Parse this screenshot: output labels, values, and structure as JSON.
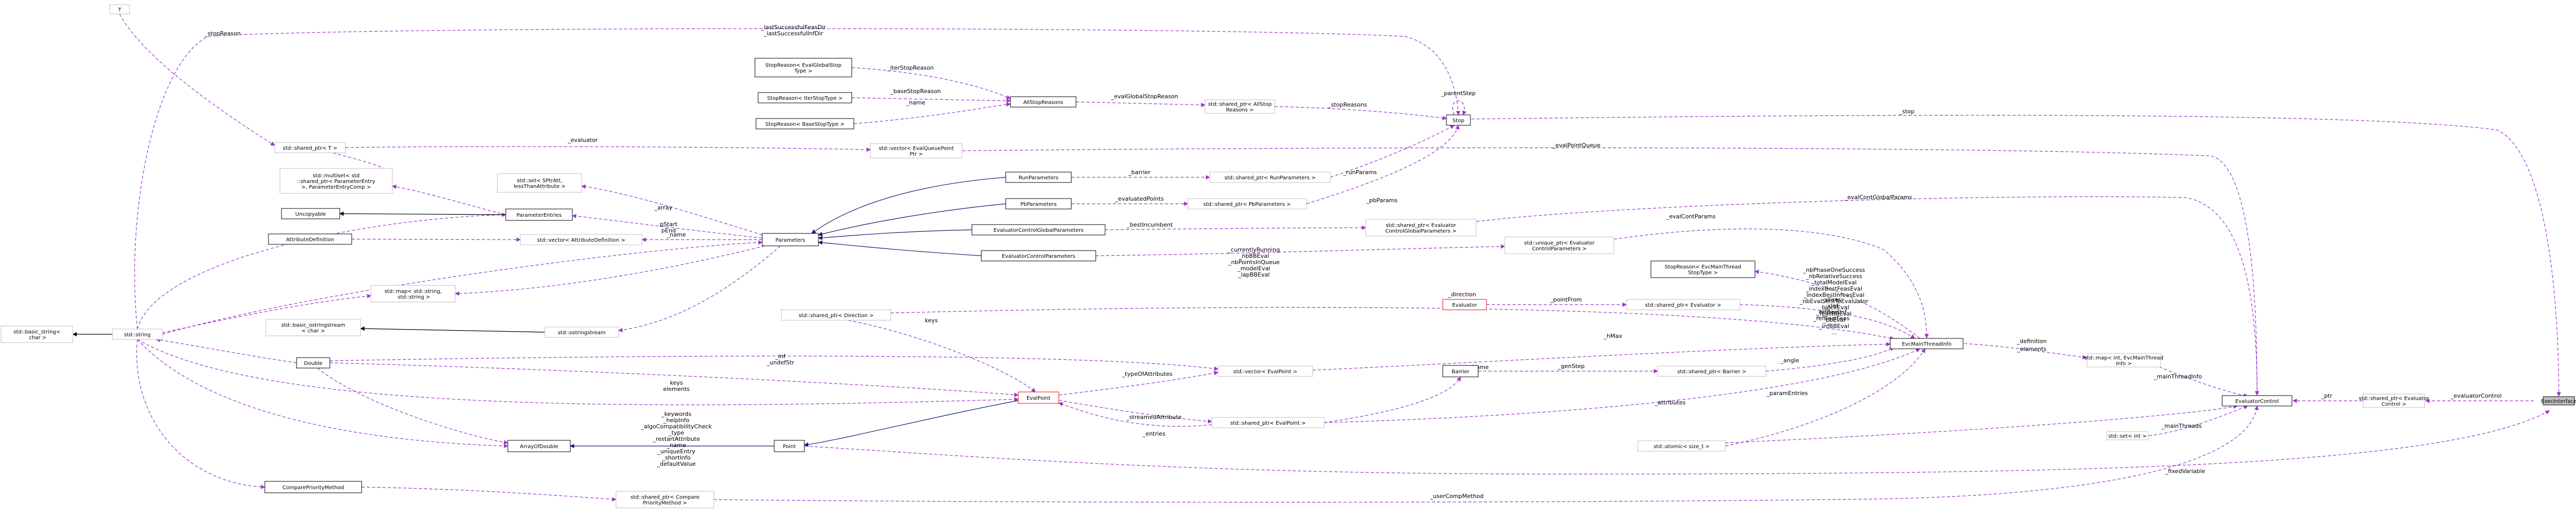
{
  "diagram": {
    "nodes": [
      {
        "id": "ExecInterface",
        "label": "ExecInterface",
        "style": "highlight"
      },
      {
        "id": "EvaluatorControl",
        "label": "EvaluatorControl",
        "style": "normal"
      },
      {
        "id": "spEvaluatorControl",
        "label": "std::shared_ptr< Evaluator\\nControl >",
        "style": "template"
      },
      {
        "id": "mapThreadInfo",
        "label": "std::map< int, EvcMainThread\\nInfo >",
        "style": "template"
      },
      {
        "id": "setInt",
        "label": "std::set< int >",
        "style": "template"
      },
      {
        "id": "EvcMainThreadInfo",
        "label": "EvcMainThreadInfo",
        "style": "normal"
      },
      {
        "id": "Stop",
        "label": "Stop",
        "style": "normal"
      },
      {
        "id": "AllStopReasons",
        "label": "AllStopReasons",
        "style": "normal"
      },
      {
        "id": "spAllStopReasons",
        "label": "std::shared_ptr< AllStop\\nReasons >",
        "style": "template"
      },
      {
        "id": "SRGlobal",
        "label": "StopReason< EvalGlobalStop\\nType >",
        "style": "normal"
      },
      {
        "id": "SRIter",
        "label": "StopReason< IterStopType >",
        "style": "normal"
      },
      {
        "id": "SRBase",
        "label": "StopReason< BaseStopType >",
        "style": "normal"
      },
      {
        "id": "T",
        "label": "T",
        "style": "template"
      },
      {
        "id": "spT",
        "label": "std::shared_ptr< T >",
        "style": "template"
      },
      {
        "id": "vecEvalQueue",
        "label": "std::vector< EvalQueuePoint\\nPtr >",
        "style": "template"
      },
      {
        "id": "RunParameters",
        "label": "RunParameters",
        "style": "normal"
      },
      {
        "id": "spRunParameters",
        "label": "std::shared_ptr< RunParameters >",
        "style": "template"
      },
      {
        "id": "PbParameters",
        "label": "PbParameters",
        "style": "normal"
      },
      {
        "id": "spPbParameters",
        "label": "std::shared_ptr< PbParameters >",
        "style": "template"
      },
      {
        "id": "EvalCtrlGlobalParams",
        "label": "EvaluatorControlGlobalParameters",
        "style": "normal"
      },
      {
        "id": "spEvalCtrlGlobalParams",
        "label": "std::shared_ptr< Evaluator\\nControlGlobalParameters >",
        "style": "template"
      },
      {
        "id": "EvalCtrlParams",
        "label": "EvaluatorControlParameters",
        "style": "normal"
      },
      {
        "id": "upEvalCtrlParams",
        "label": "std::unique_ptr< Evaluator\\nControlParameters >",
        "style": "template"
      },
      {
        "id": "StopReasonEvcMain",
        "label": "StopReason< EvcMainThread\\nStopType >",
        "style": "normal"
      },
      {
        "id": "Evaluator",
        "label": "Evaluator",
        "style": "missing"
      },
      {
        "id": "spEvaluator",
        "label": "std::shared_ptr< Evaluator >",
        "style": "template"
      },
      {
        "id": "Parameters",
        "label": "Parameters",
        "style": "normal"
      },
      {
        "id": "ParameterEntries",
        "label": "ParameterEntries",
        "style": "normal"
      },
      {
        "id": "multisetEntries",
        "label": "std::multiset< std\\n::shared_ptr< ParameterEntry\\n>, ParameterEntryComp >",
        "style": "template"
      },
      {
        "id": "setAttr",
        "label": "std::set< SPtrAtt,\\nlessThanAttribute >",
        "style": "template"
      },
      {
        "id": "Uncopyable",
        "label": "Uncopyable",
        "style": "normal"
      },
      {
        "id": "AttributeDefinition",
        "label": "AttributeDefinition",
        "style": "normal"
      },
      {
        "id": "vecAttrDef",
        "label": "std::vector< AttributeDefinition >",
        "style": "template"
      },
      {
        "id": "mapStrStr",
        "label": "std::map< std::string,\\n std::string >",
        "style": "template"
      },
      {
        "id": "basicOstringstream",
        "label": "std::basic_ostringstream\\n< char >",
        "style": "template"
      },
      {
        "id": "ostringstream",
        "label": "std::ostringstream",
        "style": "template"
      },
      {
        "id": "basicString",
        "label": "std::basic_string<\\n char >",
        "style": "template"
      },
      {
        "id": "string",
        "label": "std::string",
        "style": "template"
      },
      {
        "id": "spDirection",
        "label": "std::shared_ptr< Direction >",
        "style": "template"
      },
      {
        "id": "Double",
        "label": "Double",
        "style": "normal"
      },
      {
        "id": "vecEvalPoint",
        "label": "std::vector< EvalPoint >",
        "style": "template"
      },
      {
        "id": "Barrier",
        "label": "Barrier",
        "style": "normal"
      },
      {
        "id": "spBarrier",
        "label": "std::shared_ptr< Barrier >",
        "style": "template"
      },
      {
        "id": "EvalPoint",
        "label": "EvalPoint",
        "style": "missing"
      },
      {
        "id": "spEvalPoint",
        "label": "std::shared_ptr< EvalPoint >",
        "style": "template"
      },
      {
        "id": "ArrayOfDouble",
        "label": "ArrayOfDouble",
        "style": "normal"
      },
      {
        "id": "Point",
        "label": "Point",
        "style": "normal"
      },
      {
        "id": "atomicSizeT",
        "label": "std::atomic< size_t >",
        "style": "template"
      },
      {
        "id": "CompareMethod",
        "label": "ComparePriorityMethod",
        "style": "normal"
      },
      {
        "id": "spCompareMethod",
        "label": "std::shared_ptr< Compare\\nPriorityMethod >",
        "style": "template"
      }
    ],
    "edges": [
      {
        "label": "_evaluatorControl"
      },
      {
        "label": "_ptr"
      },
      {
        "label": "_mainThreadInfo"
      },
      {
        "label": "_mainThreads"
      },
      {
        "label": "_elements"
      },
      {
        "label": "_stop"
      },
      {
        "label": "_evalPointQueue"
      },
      {
        "label": "_evalContGlobalParams"
      },
      {
        "label": "_evalContParams"
      },
      {
        "label": "_fixedVariable"
      },
      {
        "label": "_userCompMethod"
      },
      {
        "label": "_stopReasons"
      },
      {
        "label": "_parentStep"
      },
      {
        "label": "_runParams"
      },
      {
        "label": "_pbParams"
      },
      {
        "label": "_evalGlobalStopReason"
      },
      {
        "label": "_iterStopReason"
      },
      {
        "label": "_baseStopReason"
      },
      {
        "label": "_name"
      },
      {
        "label": "_stopReason"
      },
      {
        "label": "_evaluator"
      },
      {
        "label": "_lastSuccessfulFeasDir\\n_lastSuccessfulInfDir"
      },
      {
        "label": "_barrier"
      },
      {
        "label": "_evaluatedPoints"
      },
      {
        "label": "_bestIncumbent"
      },
      {
        "label": "_currentlyRunning\\n_nbBBEval\\n_nbPointsInQueue\\n_modelEval\\n_lapBBEval"
      },
      {
        "label": "_nbPhaseOneSuccess\\n_nbRelativeSuccess\\n_totalModelEval\\n_indexBestFeasEval\\n_indexBestInfeasEval\\n_nbEvalSentToEvaluator\\n_blockEval\\n_feasBBEval\\n_bbEval\\n_infBBEval\\n..."
      },
      {
        "label": "_xFeas\\n_xInf\\n_refBestInf\\n_refBestFeas"
      },
      {
        "label": "_pointFrom"
      },
      {
        "label": "_direction"
      },
      {
        "label": "_angle"
      },
      {
        "label": "_genStep"
      },
      {
        "label": "_hMax"
      },
      {
        "label": "_attributes"
      },
      {
        "label": "_paramEntries"
      },
      {
        "label": "_definition"
      },
      {
        "label": "_typeName"
      },
      {
        "label": "_typeOfAttributes"
      },
      {
        "label": "_streamedAttribute"
      },
      {
        "label": "_entries"
      },
      {
        "label": "keys"
      },
      {
        "label": "keys\\nelements"
      },
      {
        "label": "_keywords\\n_helpInfo\\n_algoCompatibilityCheck\\n_type\\n_restartAttribute\\n_name\\n_uniqueEntry\\n_shortInfo\\n_defaultValue"
      },
      {
        "label": "_inf\\n_undefStr"
      },
      {
        "label": "_array"
      },
      {
        "label": "pStart\\npEnd"
      },
      {
        "label": "_name"
      }
    ]
  }
}
